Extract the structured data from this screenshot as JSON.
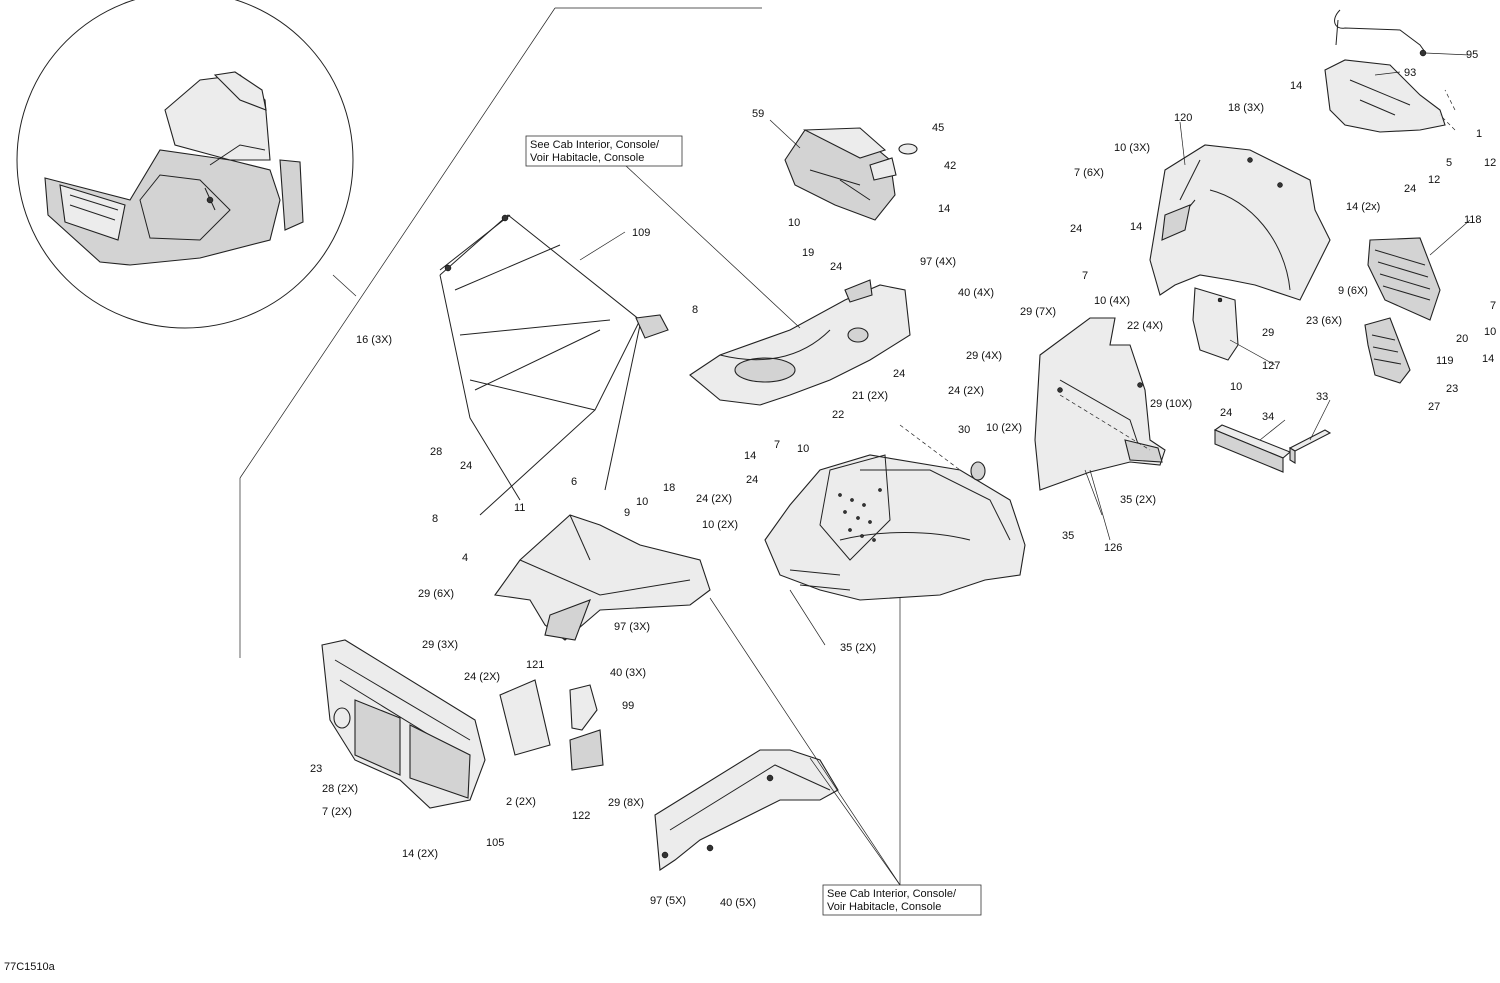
{
  "figure_code": "77C1510a",
  "references": [
    {
      "line1": "See Cab Interior, Console/",
      "line2": "Voir Habitacle, Console"
    },
    {
      "line1": "See Cab Interior, Console/",
      "line2": "Voir Habitacle, Console"
    }
  ],
  "callouts": {
    "c95": "95",
    "c93": "93",
    "c14a": "14",
    "c1": "1",
    "c12a": "12",
    "c5": "5",
    "c12b": "12",
    "c24a": "24",
    "c18_3x": "18 (3X)",
    "c120": "120",
    "c10_3x": "10 (3X)",
    "c7_6x": "7 (6X)",
    "c24b": "24",
    "c14b": "14",
    "c7a": "7",
    "c10_4x": "10 (4X)",
    "c22_4x": "22 (4X)",
    "c9_6x": "9 (6X)",
    "c23_6x": "23 (6X)",
    "c29a": "29",
    "c14_2x": "14 (2x)",
    "c118": "118",
    "c7b": "7",
    "c10a": "10",
    "c20": "20",
    "c14c": "14",
    "c119": "119",
    "c23a": "23",
    "c27": "27",
    "c127": "127",
    "c10b": "10",
    "c24c": "24",
    "c29_10x": "29 (10X)",
    "c34": "34",
    "c33": "33",
    "c29_7x": "29 (7X)",
    "c24_2x_r": "24 (2X)",
    "c10_2x_r": "10 (2X)",
    "c126": "126",
    "c35_2x_a": "35 (2X)",
    "c59": "59",
    "c45": "45",
    "c42": "42",
    "c14d": "14",
    "c10c": "10",
    "c19": "19",
    "c24d": "24",
    "c97_4x": "97 (4X)",
    "c40_4x": "40 (4X)",
    "c29_4x": "29 (4X)",
    "c109": "109",
    "c8a": "8",
    "c16_3x": "16 (3X)",
    "c28": "28",
    "c24e": "24",
    "c6": "6",
    "c18": "18",
    "c10d": "10",
    "c9": "9",
    "c8b": "8",
    "c11": "11",
    "c4": "4",
    "c24f": "24",
    "c21_2x": "21 (2X)",
    "c22": "22",
    "c30": "30",
    "c7c": "7",
    "c10e": "10",
    "c14e": "14",
    "c24g": "24",
    "c24_2x_m": "24 (2X)",
    "c10_2x_m": "10 (2X)",
    "c35": "35",
    "c35_2x_b": "35 (2X)",
    "c29_6x": "29 (6X)",
    "c97_3x": "97 (3X)",
    "c40_3x": "40 (3X)",
    "c121": "121",
    "c99": "99",
    "c122": "122",
    "c29_3x": "29 (3X)",
    "c24_2x_l": "24 (2X)",
    "c23b": "23",
    "c28_2x": "28 (2X)",
    "c7_2x": "7 (2X)",
    "c2_2x": "2 (2X)",
    "c14_2x_l": "14 (2X)",
    "c105": "105",
    "c29_8x": "29 (8X)",
    "c97_5x": "97 (5X)",
    "c40_5x": "40 (5X)"
  },
  "colors": {
    "line": "#222222",
    "fill_light": "#ececec",
    "fill_dark": "#d3d3d3"
  }
}
